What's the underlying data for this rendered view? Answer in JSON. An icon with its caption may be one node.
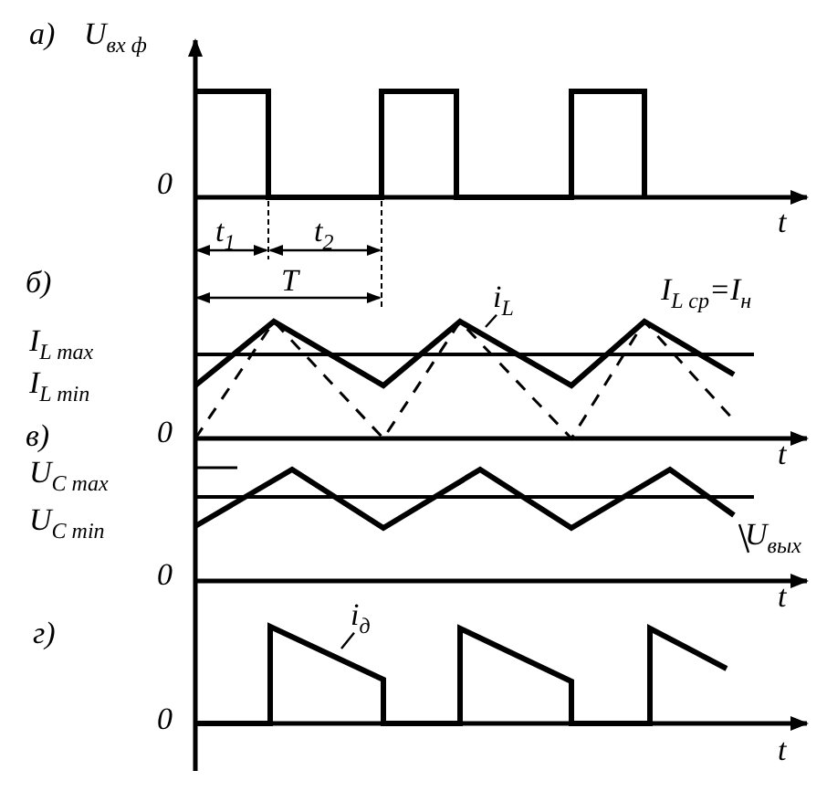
{
  "diagram": {
    "nodes": [
      {
        "text": [
          "i$_{L}$"
        ]
      },
      {
        "text": [
          "U$_{вых}$"
        ]
      },
      {
        "text": [
          "i$_{д}$"
        ]
      }
    ],
    "edges": [
      {
        "from": 0,
        "to": null,
        "arrow": "none"
      },
      {
        "from": 1,
        "to": null,
        "arrow": "none"
      },
      {
        "from": 2,
        "to": null,
        "arrow": "none"
      }
    ],
    "labels": [
      "а)",
      "U$_{вх ф}$",
      "0",
      "t$_{1}$",
      "t$_{2}$",
      "T",
      "t",
      "б)",
      "I$_{L max}$",
      "I$_{L min}$",
      "0",
      "I$_{L ср}$=I$_{н}$",
      "t",
      "в)",
      "U$_{C max}$",
      "U$_{C min}$",
      "0",
      "t",
      "г)",
      "0",
      "t"
    ]
  }
}
